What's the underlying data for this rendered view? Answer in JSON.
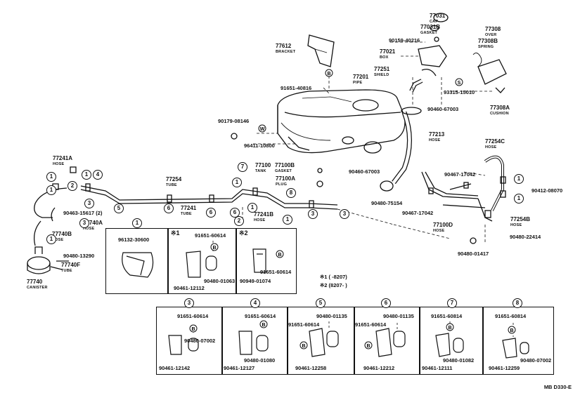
{
  "parts": {
    "p77031": {
      "num": "77031",
      "name": "CAP"
    },
    "p77031b": {
      "num": "77031B",
      "name": "GASKET"
    },
    "p90159": {
      "num": "90159-40216"
    },
    "p77021": {
      "num": "77021",
      "name": "BOX"
    },
    "p77251": {
      "num": "77251",
      "name": "SHIELD"
    },
    "p77201": {
      "num": "77201",
      "name": "PIPE"
    },
    "p77308": {
      "num": "77308",
      "name": "OVER"
    },
    "p77308b": {
      "num": "77308B",
      "name": "SPRING"
    },
    "p77308a": {
      "num": "77308A",
      "name": "CUSHION"
    },
    "p93315": {
      "num": "93315-15010"
    },
    "p77612": {
      "num": "77612",
      "name": "BRACKET"
    },
    "p91651_40816": {
      "num": "91651-40816"
    },
    "p90460_67003a": {
      "num": "90460-67003"
    },
    "p90179": {
      "num": "90179-08146"
    },
    "p96411": {
      "num": "96411-10800"
    },
    "p77213": {
      "num": "77213",
      "name": "HOSE"
    },
    "p77254c": {
      "num": "77254C",
      "name": "HOSE"
    },
    "p77100": {
      "num": "77100",
      "name": "TANK"
    },
    "p77100b": {
      "num": "77100B",
      "name": "GASKET"
    },
    "p77100a": {
      "num": "77100A",
      "name": "PLUG"
    },
    "p90460_67003b": {
      "num": "90460-67003"
    },
    "p90480_75154": {
      "num": "90480-75154"
    },
    "p90467_17042a": {
      "num": "90467-17042"
    },
    "p90467_17042b": {
      "num": "90467-17042"
    },
    "p90412": {
      "num": "90412-08070"
    },
    "p77254b": {
      "num": "77254B",
      "name": "HOSE"
    },
    "p90480_22414": {
      "num": "90480-22414"
    },
    "p77100d": {
      "num": "77100D",
      "name": "HOSE"
    },
    "p90480_01417": {
      "num": "90480-01417"
    },
    "p77241a": {
      "num": "77241A",
      "name": "HOSE"
    },
    "p77254": {
      "num": "77254",
      "name": "TUBE"
    },
    "p77241": {
      "num": "77241",
      "name": "TUBE"
    },
    "p77241b": {
      "num": "77241B",
      "name": "HOSE"
    },
    "p90463": {
      "num": "90463-15617 (2)"
    },
    "p77740a": {
      "num": "77740A",
      "name": "HOSE"
    },
    "p77740b": {
      "num": "77740B",
      "name": "HOSE"
    },
    "p90480_13290": {
      "num": "90480-13290"
    },
    "p77740f": {
      "num": "77740F",
      "name": "TUBE"
    },
    "p77740": {
      "num": "77740",
      "name": "CANISTER"
    }
  },
  "circle_marks": [
    "1",
    "2",
    "3",
    "4",
    "5",
    "6",
    "7",
    "8"
  ],
  "boxes": {
    "b1": {
      "title": "1",
      "parts": [
        "96132-30600"
      ]
    },
    "b2": {
      "title": "※1",
      "parts": [
        "91651-60614",
        "90480-01063",
        "90461-12112"
      ]
    },
    "b3": {
      "title": "※2",
      "parts": [
        "91651-60614",
        "90949-01074"
      ]
    },
    "b4": {
      "title": "3",
      "parts": [
        "91651-60614",
        "90480-07002",
        "90461-12142"
      ]
    },
    "b5": {
      "title": "4",
      "parts": [
        "91651-60614",
        "90480-01080",
        "90461-12127"
      ]
    },
    "b6": {
      "title": "5",
      "parts": [
        "90480-01135",
        "91651-60614",
        "90461-12258"
      ]
    },
    "b7": {
      "title": "6",
      "parts": [
        "90480-01135",
        "91651-60614",
        "90461-12212"
      ]
    },
    "b8": {
      "title": "7",
      "parts": [
        "91651-60814",
        "90480-01082",
        "90461-12111"
      ]
    },
    "b9": {
      "title": "8",
      "parts": [
        "91651-60814",
        "90480-07002",
        "90461-12259"
      ]
    }
  },
  "legend": {
    "note1": "※1 (      -8207)",
    "note2": "※2 (8207-      )"
  },
  "ref_code": "MB D330-E",
  "hardware_mark": "B",
  "washer_mark": "W",
  "spring_mark": "S"
}
